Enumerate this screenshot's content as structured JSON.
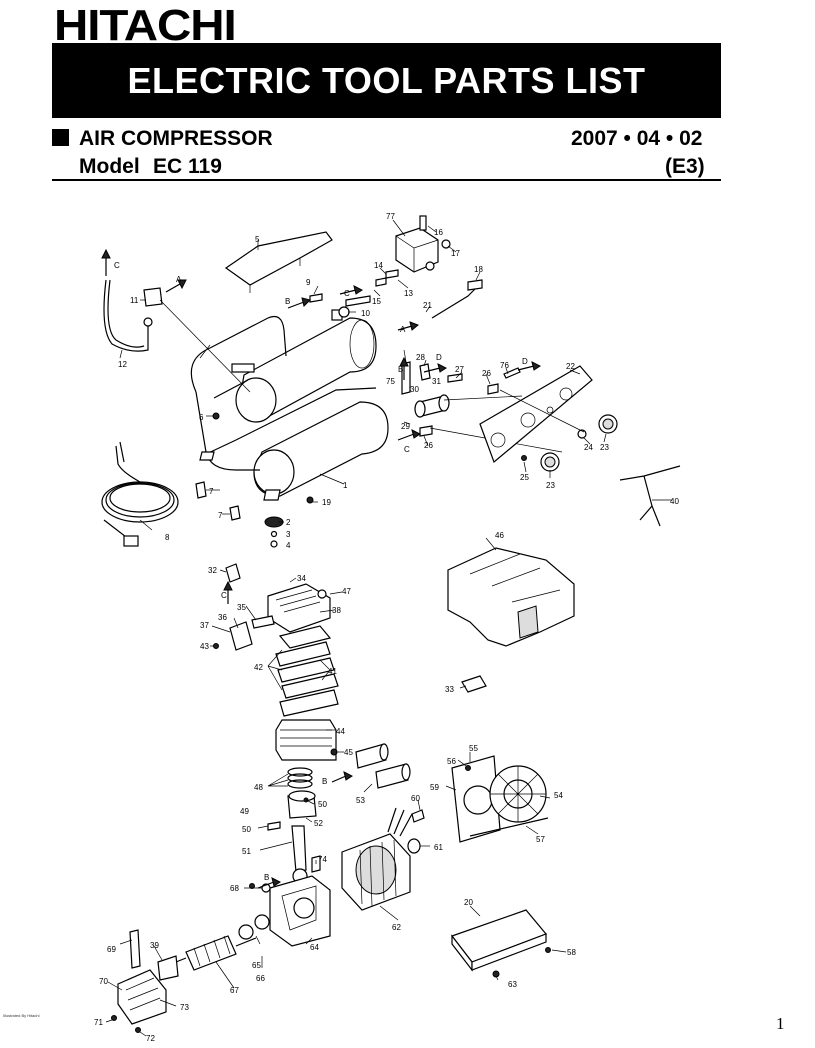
{
  "brand": "HITACHI",
  "banner_title": "ELECTRIC TOOL PARTS LIST",
  "product": "AIR COMPRESSOR",
  "date": "2007 • 04 • 02",
  "model_label": "Model",
  "model_value": "EC 119",
  "revision": "(E3)",
  "credit": "Illustrated By Hitachi",
  "page_number": "1",
  "flow_letters": {
    "a": "A",
    "b": "B",
    "c": "C",
    "d": "D"
  },
  "part_numbers": [
    "1",
    "2",
    "3",
    "4",
    "5",
    "6",
    "7",
    "8",
    "9",
    "10",
    "11",
    "12",
    "13",
    "14",
    "15",
    "16",
    "17",
    "18",
    "19",
    "20",
    "21",
    "22",
    "23",
    "24",
    "25",
    "26",
    "27",
    "28",
    "29",
    "30",
    "31",
    "32",
    "33",
    "34",
    "35",
    "36",
    "37",
    "38",
    "39",
    "40",
    "41",
    "42",
    "43",
    "44",
    "45",
    "46",
    "47",
    "48",
    "49",
    "50",
    "51",
    "52",
    "53",
    "54",
    "55",
    "56",
    "57",
    "58",
    "59",
    "60",
    "61",
    "62",
    "63",
    "64",
    "65",
    "66",
    "67",
    "68",
    "69",
    "70",
    "71",
    "72",
    "73",
    "74",
    "75",
    "76",
    "77"
  ]
}
